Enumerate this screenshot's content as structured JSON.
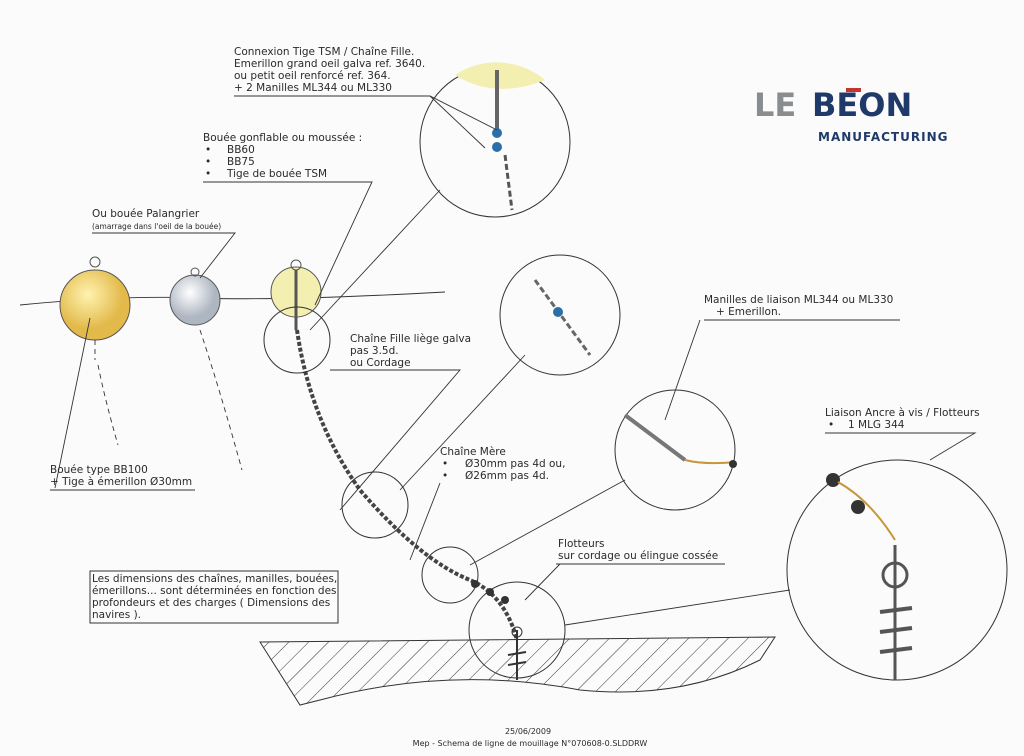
{
  "logo": {
    "brand_le": "LE",
    "brand_beon": "BEON",
    "subtitle": "MANUFACTURING",
    "color_gray": "#8a8d90",
    "color_navy": "#1f3a68",
    "accent_red": "#c8342b"
  },
  "labels": {
    "connexion": [
      "Connexion Tige TSM / Chaîne Fille.",
      "Emerillon grand oeil galva ref. 3640.",
      "ou petit oeil renforcé ref. 364.",
      "+ 2 Manilles ML344 ou ML330"
    ],
    "bouee_gonflable": {
      "title": "Bouée gonflable ou moussée :",
      "items": [
        "BB60",
        "BB75",
        "Tige de bouée TSM"
      ]
    },
    "palangrier": {
      "title": "Ou bouée Palangrier",
      "note": "(amarrage dans l'oeil de la bouée)"
    },
    "chaine_fille": [
      "Chaîne Fille liège galva",
      "pas 3.5d.",
      "ou Cordage"
    ],
    "manilles": [
      "Manilles de liaison ML344 ou ML330",
      "+ Emerillon."
    ],
    "liaison": {
      "title": "Liaison Ancre à vis / Flotteurs",
      "items": [
        "1 MLG 344"
      ]
    },
    "chaine_mere": {
      "title": "Chaîne Mère",
      "items": [
        "Ø30mm pas 4d  ou,",
        "Ø26mm pas 4d."
      ]
    },
    "bb100": [
      "Bouée type BB100",
      "+ Tige à émerillon Ø30mm"
    ],
    "flotteurs": [
      "Flotteurs",
      "sur cordage ou élingue cossée"
    ],
    "note_box": [
      "Les dimensions des chaînes, manilles, bouées,",
      "émerillons... sont déterminées en fonction des",
      "profondeurs et des charges ( Dimensions des",
      "navires )."
    ]
  },
  "footer": {
    "date": "25/06/2009",
    "caption": "Mep - Schema de ligne de mouillage N°070608-0.SLDDRW"
  }
}
